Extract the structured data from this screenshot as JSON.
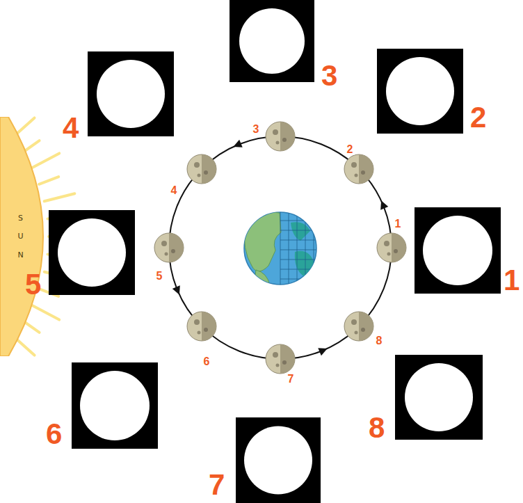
{
  "diagram": {
    "nodes": [
      {
        "text": [
          "1"
        ]
      },
      {
        "text": [
          "2"
        ]
      },
      {
        "text": [
          "3"
        ]
      },
      {
        "text": [
          "4"
        ]
      },
      {
        "text": [
          "5"
        ]
      },
      {
        "text": [
          "6"
        ]
      },
      {
        "text": [
          "7"
        ]
      },
      {
        "text": [
          "8"
        ]
      },
      {
        "text": [
          "SUN"
        ]
      }
    ],
    "labels": [
      "1",
      "2",
      "3",
      "4",
      "5",
      "6",
      "7",
      "8"
    ]
  }
}
